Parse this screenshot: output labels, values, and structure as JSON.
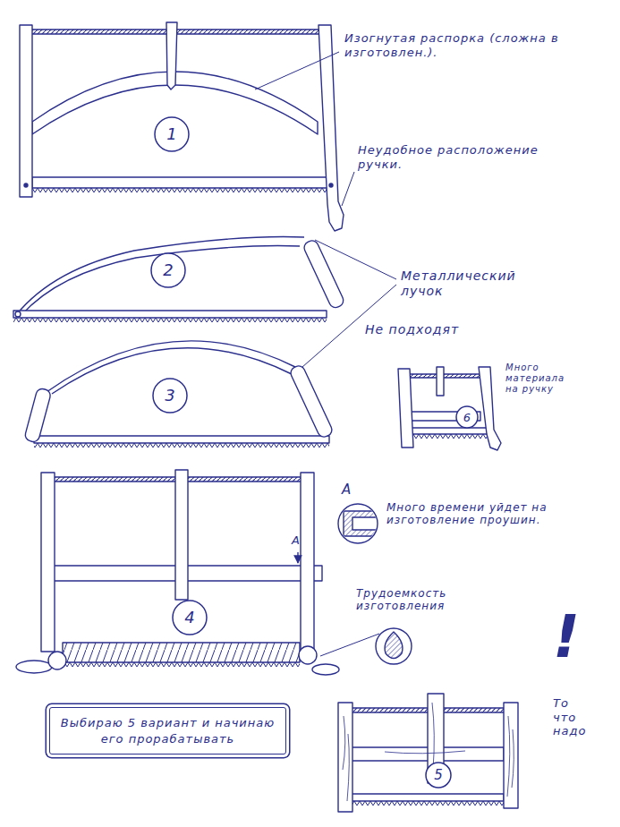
{
  "diagram": {
    "nodes": [
      {
        "text": [
          "1"
        ]
      },
      {
        "text": [
          "2"
        ]
      },
      {
        "text": [
          "3"
        ]
      },
      {
        "text": [
          "6"
        ]
      },
      {
        "text": [
          "4"
        ]
      },
      {
        "text": [
          "Выбираю 5 вариант и начинаю его прорабатывать"
        ]
      },
      {
        "text": [
          "5"
        ]
      }
    ],
    "labels": [
      "Изогнутая распорка (сложна в изготовлен.).",
      "Неудобное расположение ручки.",
      "Металлический лучок",
      "Не подходят",
      "Много материала на ручку",
      "А",
      "Много времени уйдет на изготовление проушин.",
      "А",
      "Трудоемкость изготовления",
      "!",
      "То что надо"
    ]
  }
}
